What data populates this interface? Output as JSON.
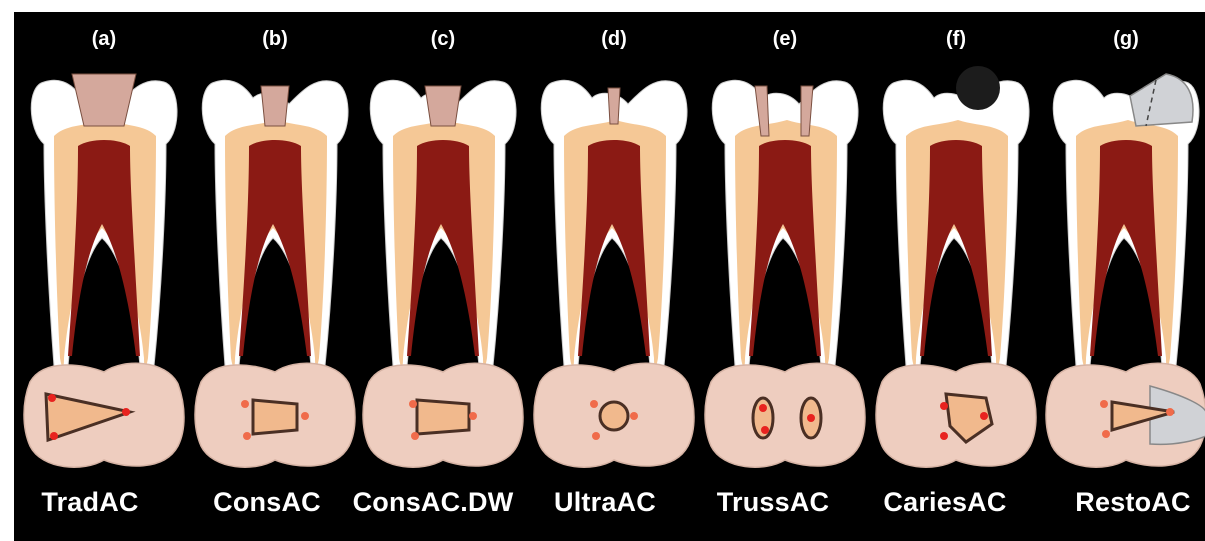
{
  "figure": {
    "colors": {
      "background": "#000000",
      "enamel": "#ffffff",
      "dentin": "#f5c896",
      "pulp": "#8b1a14",
      "cavity": "#d4a89c",
      "occlusal": "#eecdbf",
      "access_outline": "#4a2f24",
      "canal_orifice": "#e8231f",
      "restoration": "#d0d2d6",
      "caries": "#1c1c1c"
    },
    "panels": [
      {
        "letter": "(a)",
        "name": "TradAC"
      },
      {
        "letter": "(b)",
        "name": "ConsAC"
      },
      {
        "letter": "(c)",
        "name": "ConsAC.DW"
      },
      {
        "letter": "(d)",
        "name": "UltraAC"
      },
      {
        "letter": "(e)",
        "name": "TrussAC"
      },
      {
        "letter": "(f)",
        "name": "CariesAC"
      },
      {
        "letter": "(g)",
        "name": "RestoAC"
      }
    ]
  }
}
